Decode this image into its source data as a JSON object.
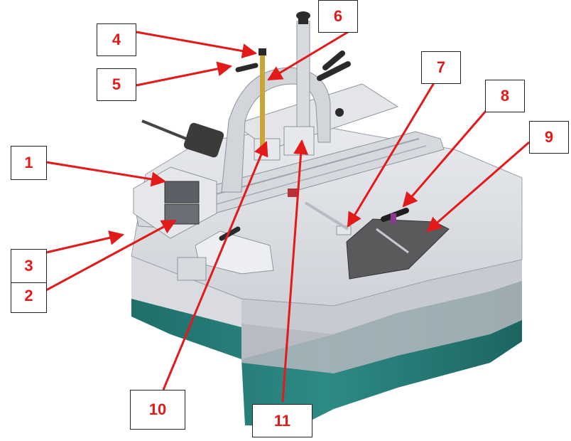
{
  "colors": {
    "callout_text": "#e21a1a",
    "arrow": "#e21a1a",
    "base_teal": "#2b7f7a",
    "table_grey": "#d4d7dd",
    "metal_light": "#e9ebee",
    "dark_part": "#3a3a3a"
  },
  "callouts": [
    {
      "id": "1",
      "label": "1"
    },
    {
      "id": "2",
      "label": "2"
    },
    {
      "id": "3",
      "label": "3"
    },
    {
      "id": "4",
      "label": "4"
    },
    {
      "id": "5",
      "label": "5"
    },
    {
      "id": "6",
      "label": "6"
    },
    {
      "id": "7",
      "label": "7"
    },
    {
      "id": "8",
      "label": "8"
    },
    {
      "id": "9",
      "label": "9"
    },
    {
      "id": "10",
      "label": "10"
    },
    {
      "id": "11",
      "label": "11"
    }
  ]
}
